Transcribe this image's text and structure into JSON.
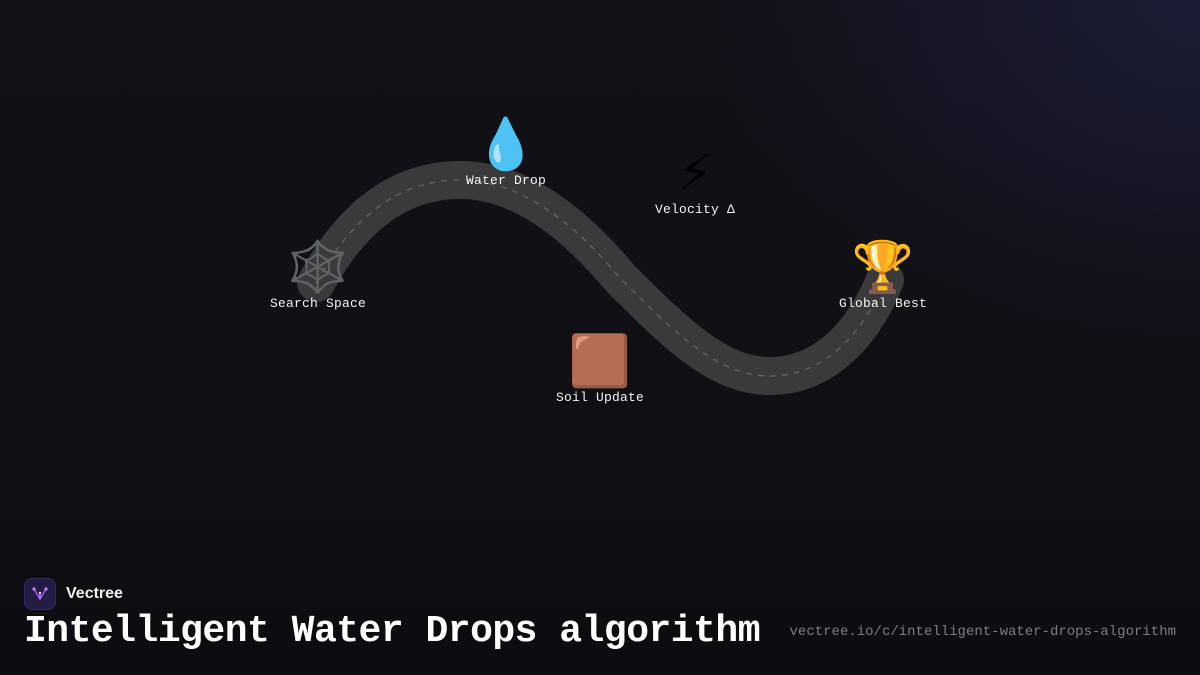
{
  "diagram": {
    "nodes": [
      {
        "id": "search-space",
        "icon": "spider-web-icon",
        "glyph": "🕸️",
        "label": "Search Space"
      },
      {
        "id": "water-drop",
        "icon": "droplet-icon",
        "glyph": "💧",
        "label": "Water Drop"
      },
      {
        "id": "velocity",
        "icon": "lightning-icon",
        "glyph": "⚡",
        "label": "Velocity Δ"
      },
      {
        "id": "soil-update",
        "icon": "brown-square-icon",
        "glyph": "🟫",
        "label": "Soil Update"
      },
      {
        "id": "global-best",
        "icon": "trophy-icon",
        "glyph": "🏆",
        "label": "Global Best"
      }
    ],
    "path_color": "#3a3a3a",
    "dash_color": "#5d5d5d"
  },
  "footer": {
    "brand_name": "Vectree",
    "title": "Intelligent Water Drops algorithm",
    "url": "vectree.io/c/intelligent-water-drops-algorithm"
  },
  "colors": {
    "background": "#111016",
    "brand_accent": "#a855f7"
  }
}
